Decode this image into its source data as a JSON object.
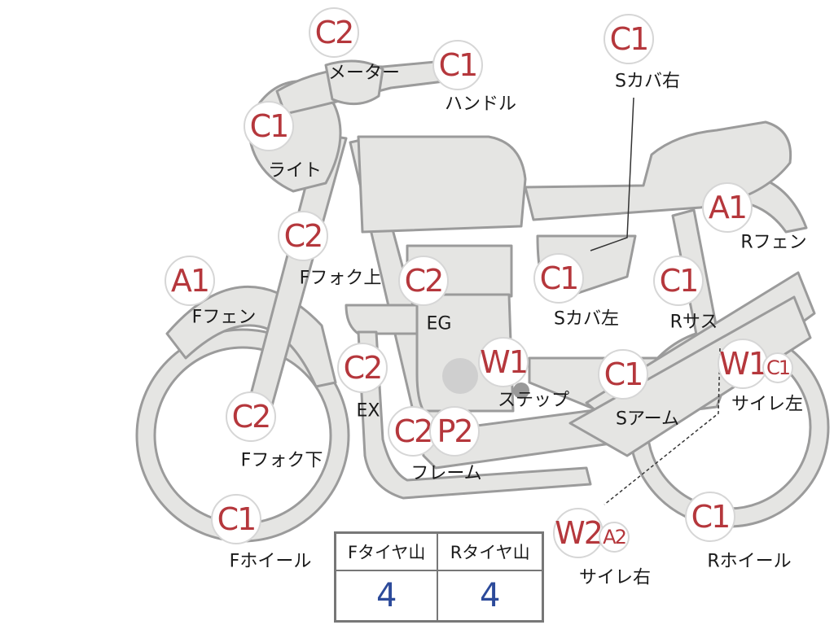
{
  "parts": [
    {
      "id": "meter",
      "code": "C2",
      "label": "メーター"
    },
    {
      "id": "handle",
      "code": "C1",
      "label": "ハンドル"
    },
    {
      "id": "side-cover-right",
      "code": "C1",
      "label": "Sカバ右"
    },
    {
      "id": "light",
      "code": "C1",
      "label": "ライト"
    },
    {
      "id": "fork-upper",
      "code": "C2",
      "label": "Fフォク上"
    },
    {
      "id": "rear-fender",
      "code": "A1",
      "label": "Rフェン"
    },
    {
      "id": "front-fender",
      "code": "A1",
      "label": "Fフェン"
    },
    {
      "id": "engine",
      "code": "C2",
      "label": "EG"
    },
    {
      "id": "side-cover-left",
      "code": "C1",
      "label": "Sカバ左"
    },
    {
      "id": "rear-suspension",
      "code": "C1",
      "label": "Rサス"
    },
    {
      "id": "exhaust",
      "code": "C2",
      "label": "EX"
    },
    {
      "id": "step",
      "code": "W1",
      "label": "ステップ"
    },
    {
      "id": "swing-arm",
      "code": "C1",
      "label": "Sアーム"
    },
    {
      "id": "muffler-left",
      "code": "W1",
      "code2": "C1",
      "label": "サイレ左"
    },
    {
      "id": "fork-lower",
      "code": "C2",
      "label": "Fフォク下"
    },
    {
      "id": "frame",
      "code": "C2",
      "code2": "P2",
      "label": "フレーム"
    },
    {
      "id": "front-wheel",
      "code": "C1",
      "label": "Fホイール"
    },
    {
      "id": "muffler-right",
      "code": "W2",
      "code2": "A2",
      "label": "サイレ右"
    },
    {
      "id": "rear-wheel",
      "code": "C1",
      "label": "Rホイール"
    }
  ],
  "tire_table": {
    "headers": [
      "Fタイヤ山",
      "Rタイヤ山"
    ],
    "values": [
      "4",
      "4"
    ]
  },
  "colors": {
    "part_fill": "#e5e5e3",
    "part_stroke": "#9b9b9b",
    "code_text": "#b5373c",
    "tire_value": "#2c4a9a"
  }
}
